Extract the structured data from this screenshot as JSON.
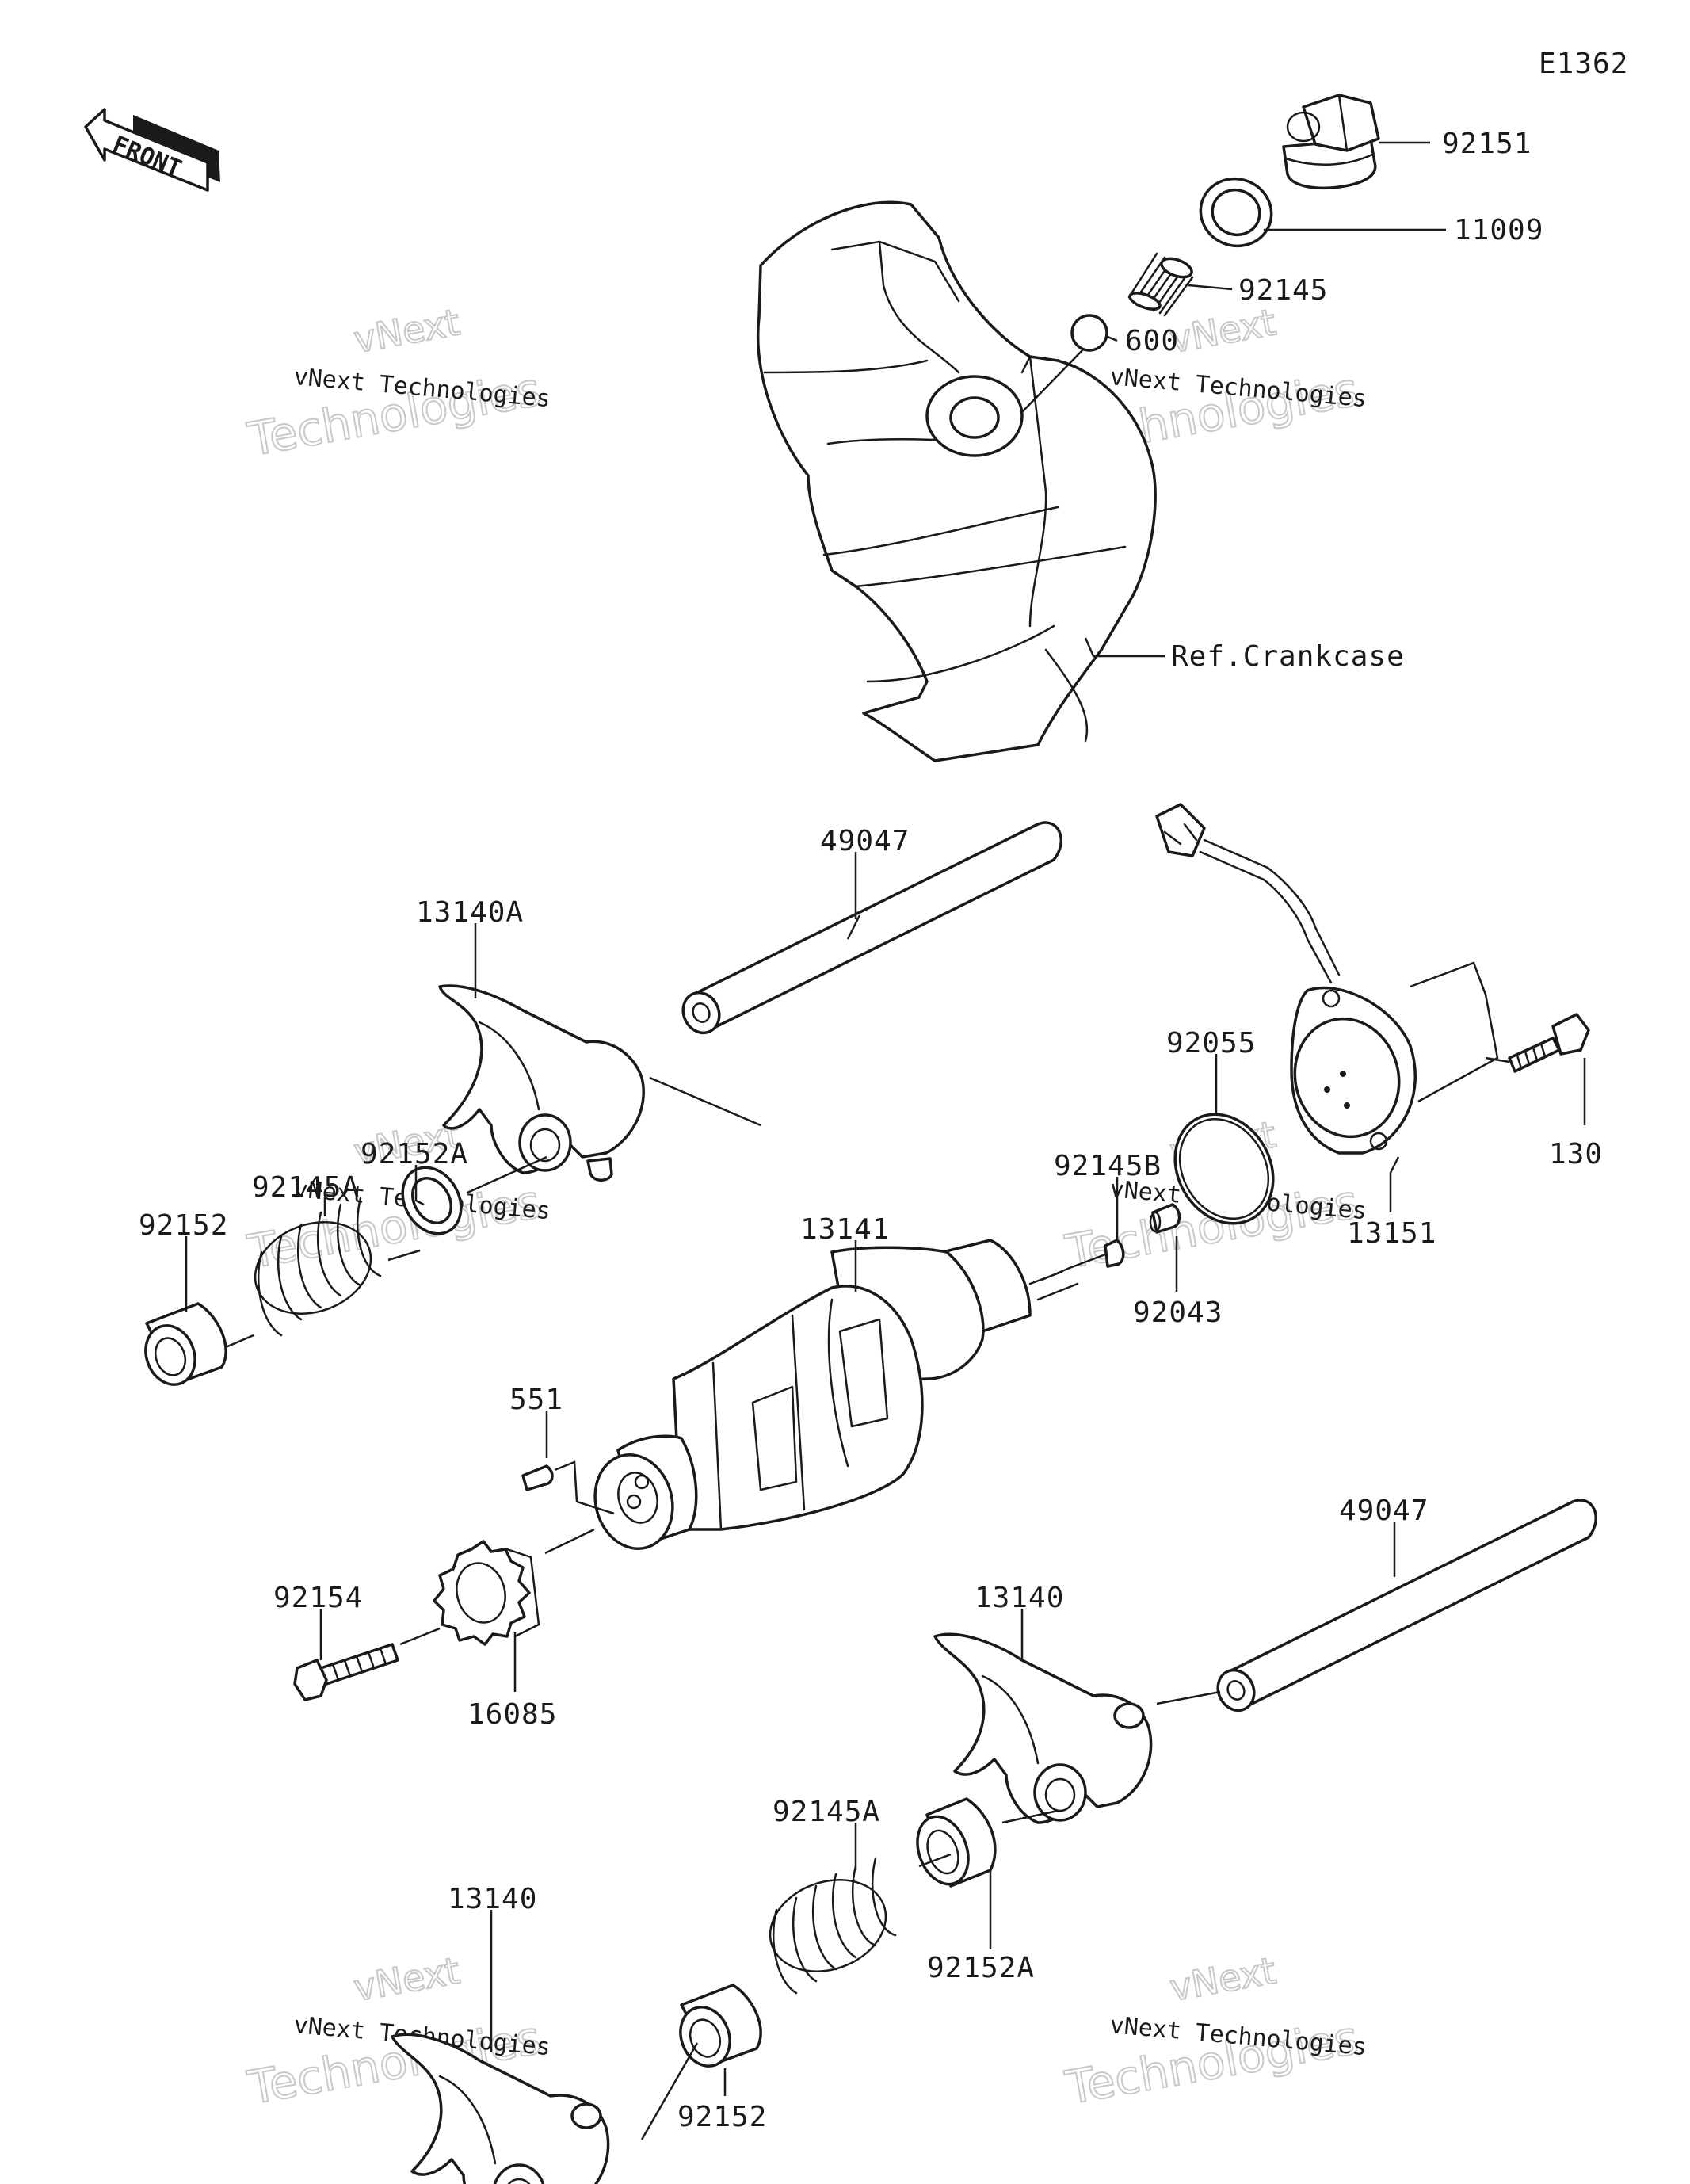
{
  "diagram_code": "E1362",
  "front_badge": {
    "label": "FRONT",
    "icon": "front-arrow-icon"
  },
  "reference": "Ref.Crankcase",
  "watermark": {
    "line1": "vNext Technologies",
    "line2": "vNext",
    "line3": "Technologies"
  },
  "callouts": {
    "c92151": "92151",
    "c11009": "11009",
    "c92145_top": "92145",
    "c600": "600",
    "c49047_a": "49047",
    "c13140A": "13140A",
    "c92152A_a": "92152A",
    "c92145A_a": "92145A",
    "c92152_a": "92152",
    "c92055": "92055",
    "c130": "130",
    "c92145B": "92145B",
    "c13141": "13141",
    "c92043": "92043",
    "c13151": "13151",
    "c551": "551",
    "c92154": "92154",
    "c16085": "16085",
    "c49047_b": "49047",
    "c13140_a": "13140",
    "c92145A_b": "92145A",
    "c92152A_b": "92152A",
    "c13140_b": "13140",
    "c92152_b": "92152"
  }
}
